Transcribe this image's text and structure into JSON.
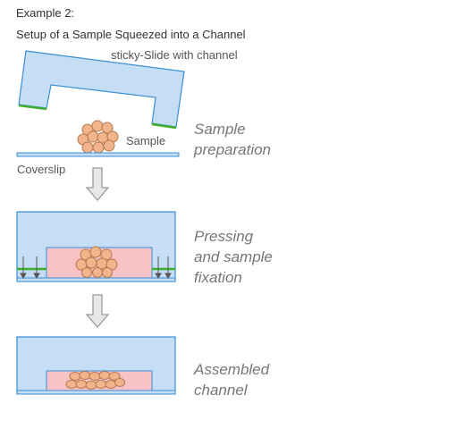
{
  "header": {
    "example": "Example 2:",
    "title": "Setup of a Sample Squeezed into a Channel"
  },
  "labels": {
    "slide": "sticky-Slide with channel",
    "sample": "Sample",
    "coverslip": "Coverslip"
  },
  "steps": [
    {
      "line1": "Sample",
      "line2": "preparation",
      "line3": ""
    },
    {
      "line1": "Pressing",
      "line2": "and sample",
      "line3": "fixation"
    },
    {
      "line1": "Assembled",
      "line2": "channel",
      "line3": ""
    }
  ],
  "colors": {
    "slide_fill": "#c5def5",
    "slide_stroke": "#3a8fd6",
    "adhesive": "#3fae2a",
    "sample_fill": "#f2b48a",
    "sample_stroke": "#b5794f",
    "channel_fill": "#f7c3c6",
    "arrow_fill": "#e8e8e8",
    "arrow_stroke": "#9a9a9a"
  }
}
